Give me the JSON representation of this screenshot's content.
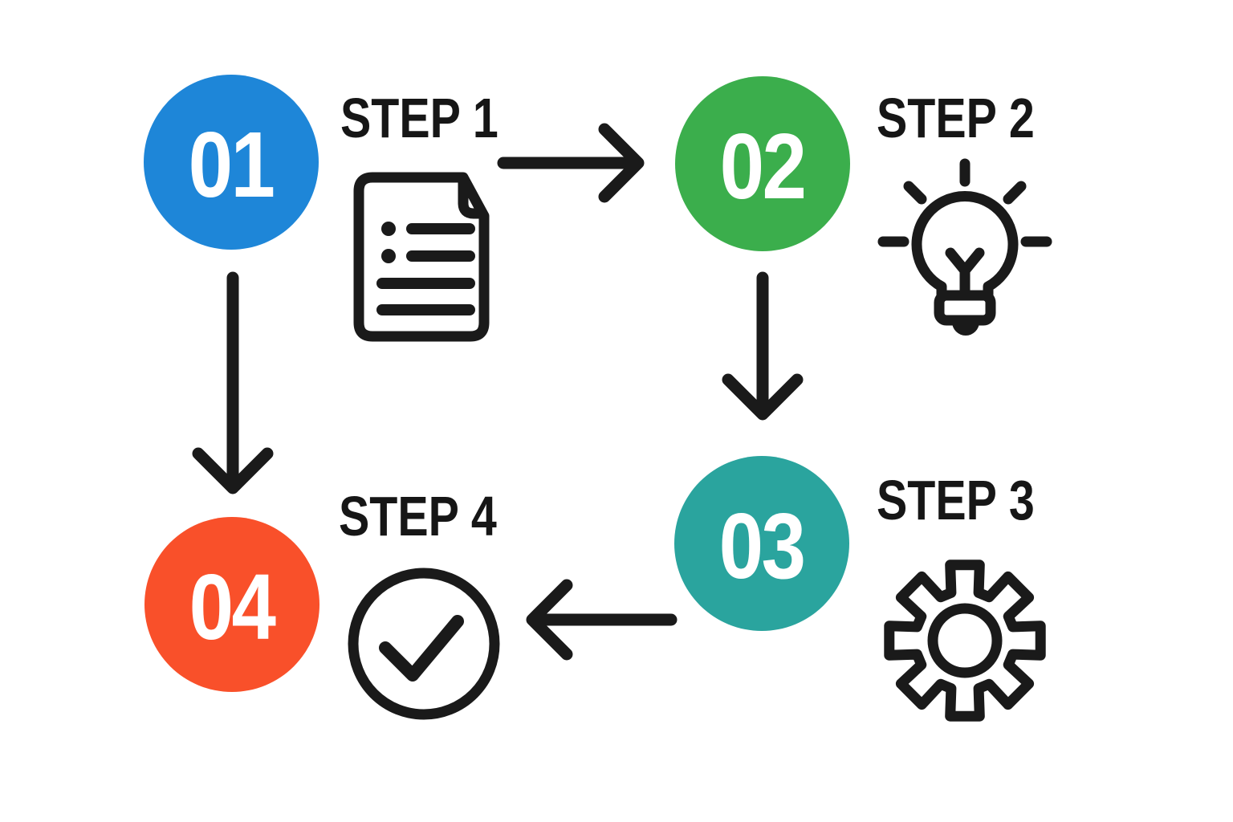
{
  "diagram": {
    "background_color": "#ffffff",
    "line_color": "#1a1a1a",
    "steps": [
      {
        "number": "01",
        "label": "STEP 1",
        "circle_color": "#1e86d8",
        "icon": "document-icon"
      },
      {
        "number": "02",
        "label": "STEP 2",
        "circle_color": "#3bae4c",
        "icon": "lightbulb-icon"
      },
      {
        "number": "03",
        "label": "STEP 3",
        "circle_color": "#2aa49e",
        "icon": "gear-icon"
      },
      {
        "number": "04",
        "label": "STEP 4",
        "circle_color": "#f9502a",
        "icon": "check-circle-icon"
      }
    ],
    "connectors": [
      {
        "from": "STEP 1",
        "to": "STEP 2",
        "direction": "right"
      },
      {
        "from": "STEP 2",
        "to": "STEP 3",
        "direction": "down"
      },
      {
        "from": "STEP 3",
        "to": "STEP 4",
        "direction": "left"
      },
      {
        "from": "STEP 1",
        "to": "STEP 4",
        "direction": "down"
      }
    ]
  }
}
